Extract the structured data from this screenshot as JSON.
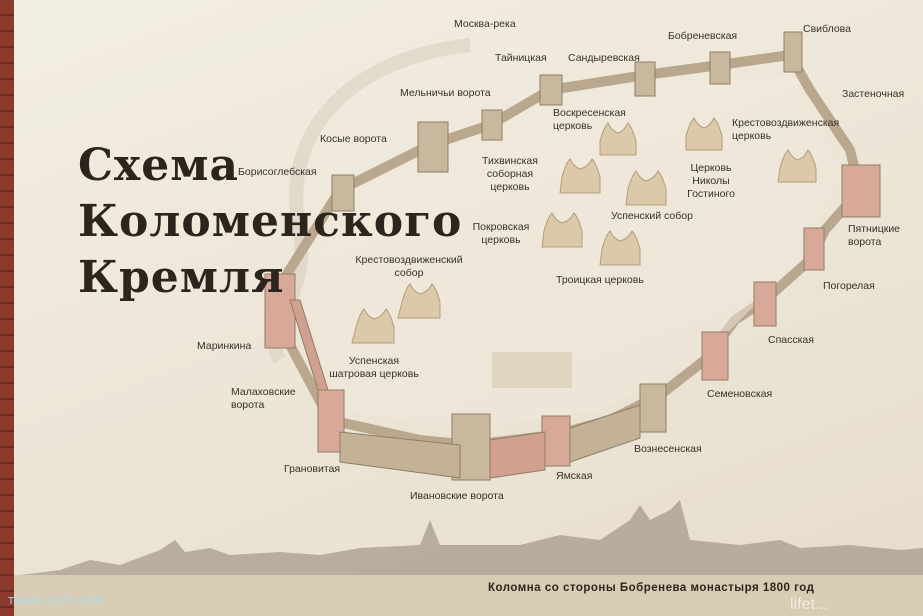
{
  "title": {
    "line1": "Схема",
    "line2": "Коломенского",
    "line3": "Кремля"
  },
  "labels": {
    "moskva_reka": "Москва-река",
    "tainitskaya": "Тайницкая",
    "sandyrevskaya": "Сандыревская",
    "bobrenevskaya": "Бобреневская",
    "sviblova": "Свиблова",
    "zastenochnaya": "Застеночная",
    "melnichi_vorota": "Мельничьи ворота",
    "kosye_vorota": "Косые ворота",
    "borisoglebskaya": "Борисоглебская",
    "pyatnitskie_1": "Пятницкие",
    "pyatnitskie_2": "ворота",
    "pogorelaya": "Погорелая",
    "spasskaya": "Спасская",
    "semenovskaya": "Семеновская",
    "voznesenskaya": "Вознесенская",
    "yamskaya": "Ямская",
    "ivanovskie_vorota": "Ивановские ворота",
    "granovitaya": "Грановитая",
    "malakhovskie_1": "Малаховские",
    "malakhovskie_2": "ворота",
    "marinkina": "Маринкина"
  },
  "churches": {
    "voskresenskaya_1": "Воскресенская",
    "voskresenskaya_2": "церковь",
    "krestovozdvizhenskaya_1": "Крестовоздвиженская",
    "krestovozdvizhenskaya_2": "церковь",
    "tikhvinskaya_1": "Тихвинская",
    "tikhvinskaya_2": "соборная",
    "tikhvinskaya_3": "церковь",
    "nikoly_1": "Церковь",
    "nikoly_2": "Николы",
    "nikoly_3": "Гостиного",
    "uspensky_sobor": "Успенский собор",
    "pokrovskaya_1": "Покровская",
    "pokrovskaya_2": "церковь",
    "krestovozdvizhensky_1": "Крестовоздвиженский",
    "krestovozdvizhensky_2": "собор",
    "troitskaya": "Троицкая церковь",
    "uspenskaya_shatrovaya_1": "Успенская",
    "uspenskaya_shatrovaya_2": "шатровая церковь"
  },
  "caption": "Коломна со стороны Бобренева монастыря 1800 год",
  "watermark": "TRAVEL-FOTO.INFO",
  "watermark2": "lifet..."
}
